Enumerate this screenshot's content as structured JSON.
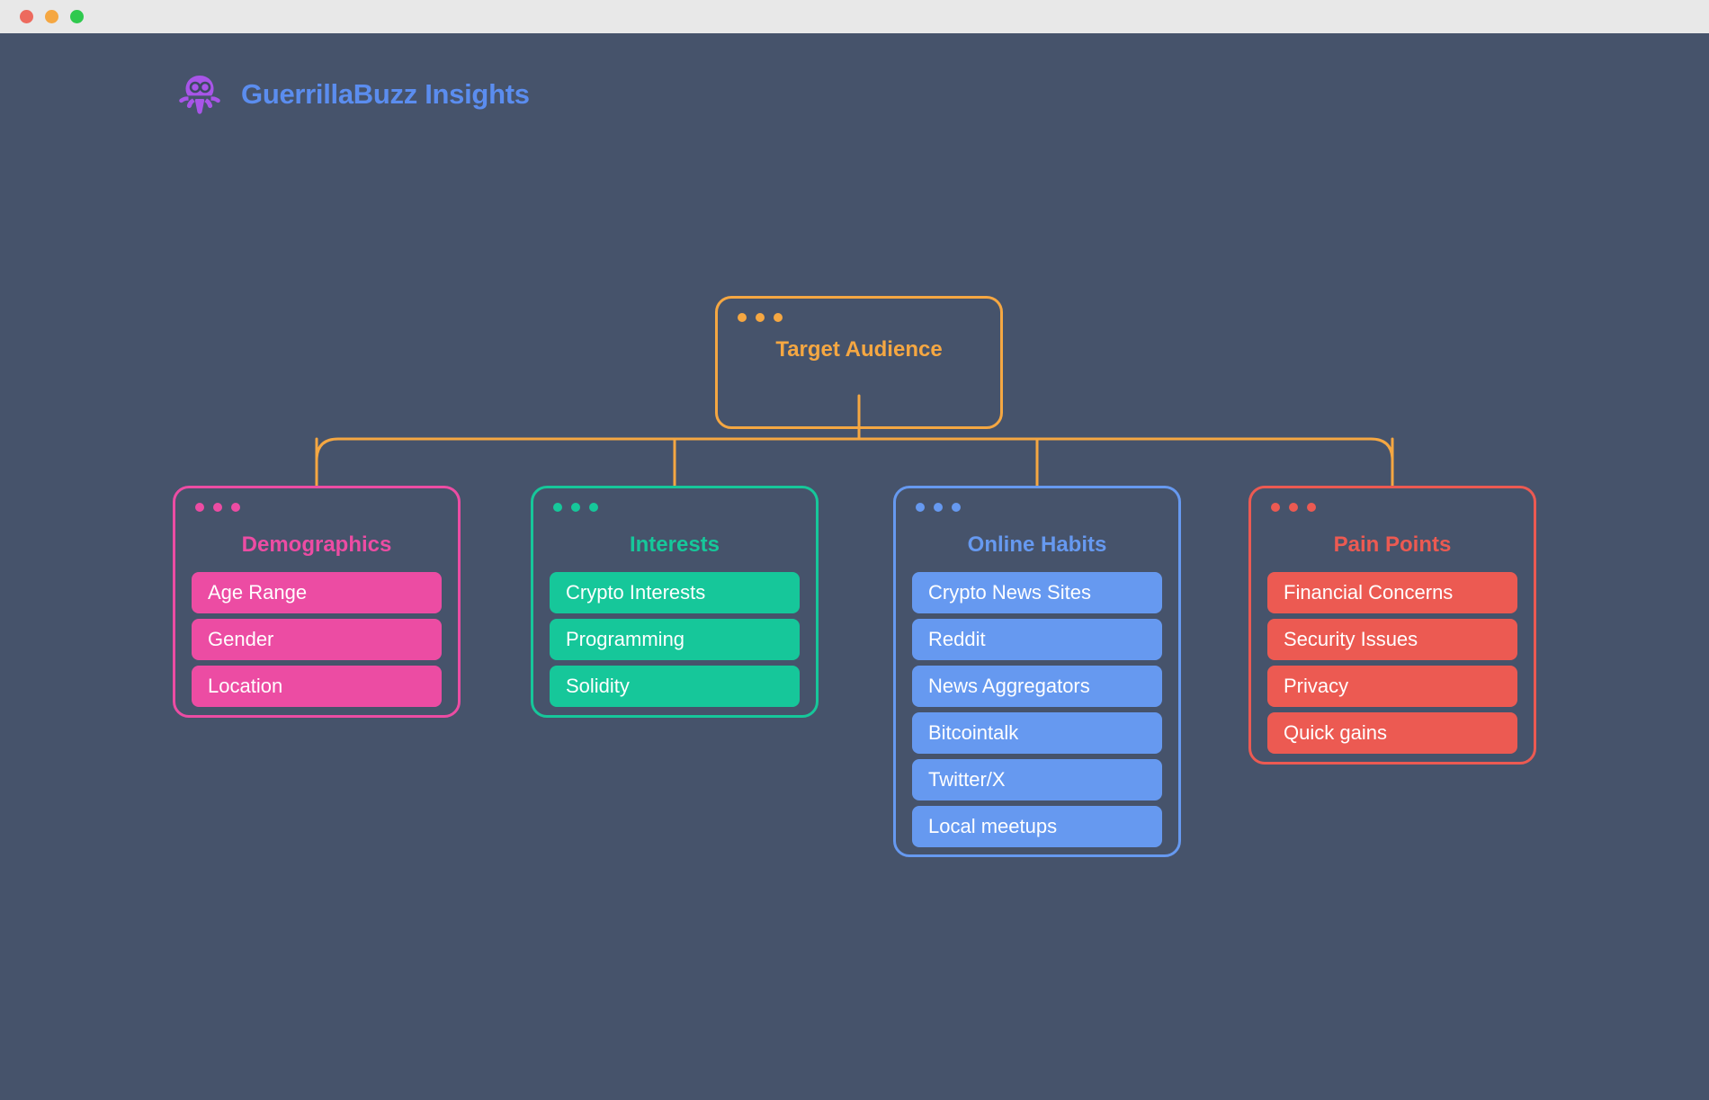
{
  "window": {
    "traffic_lights": [
      {
        "name": "close",
        "color": "#ed6a5e"
      },
      {
        "name": "minimize",
        "color": "#f5a742"
      },
      {
        "name": "maximize",
        "color": "#2fc94e"
      }
    ]
  },
  "brand": {
    "logo_icon": "octopus-icon",
    "title": "GuerrillaBuzz Insights",
    "title_color": "#5b8def",
    "logo_color": "#a855e8"
  },
  "diagram": {
    "type": "tree",
    "background": "#46536b",
    "connector_color": "#f5a742",
    "root": {
      "id": "target-audience",
      "title": "Target Audience",
      "accent": "#f5a742",
      "dots": 3
    },
    "branches": [
      {
        "id": "demographics",
        "title": "Demographics",
        "accent": "#ec4ca3",
        "dots": 3,
        "items": [
          "Age Range",
          "Gender",
          "Location"
        ]
      },
      {
        "id": "interests",
        "title": "Interests",
        "accent": "#16c79a",
        "dots": 3,
        "items": [
          "Crypto Interests",
          "Programming",
          "Solidity"
        ]
      },
      {
        "id": "online-habits",
        "title": "Online Habits",
        "accent": "#6699f0",
        "dots": 3,
        "items": [
          "Crypto News Sites",
          "Reddit",
          "News Aggregators",
          "Bitcointalk",
          "Twitter/X",
          "Local meetups"
        ]
      },
      {
        "id": "pain-points",
        "title": "Pain Points",
        "accent": "#ec5a52",
        "dots": 3,
        "items": [
          "Financial Concerns",
          "Security Issues",
          "Privacy",
          "Quick gains"
        ]
      }
    ]
  }
}
